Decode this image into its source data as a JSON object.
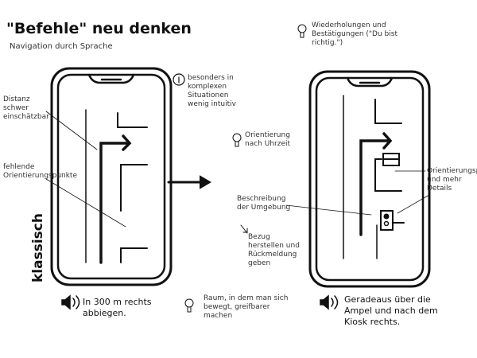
{
  "title": "\"Befehle\" neu denken",
  "subtitle": "Navigation durch Sprache",
  "left": {
    "label": "klassisch",
    "note_distance": "Distanz schwer einschätzbar",
    "note_landmarks": "fehlende Orientierungspunkte",
    "voice_command": "In 300 m rechts abbiegen.",
    "info": "besonders in komplexen Situationen wenig intuitiv"
  },
  "middle": {
    "clock": "Orientierung nach Uhrzeit",
    "describe": "Beschreibung der Umgebung",
    "feedback": "Bezug herstellen und Rückmeldung geben",
    "space": "Raum, in dem man sich bewegt, greifbarer machen"
  },
  "right": {
    "repeat": "Wiederholungen und Bestätigungen (\"Du bist richtig.\")",
    "landmarks": "Orientierungspunkte und mehr Details",
    "voice_command": "Geradeaus über die Ampel und nach dem Kiosk rechts."
  }
}
